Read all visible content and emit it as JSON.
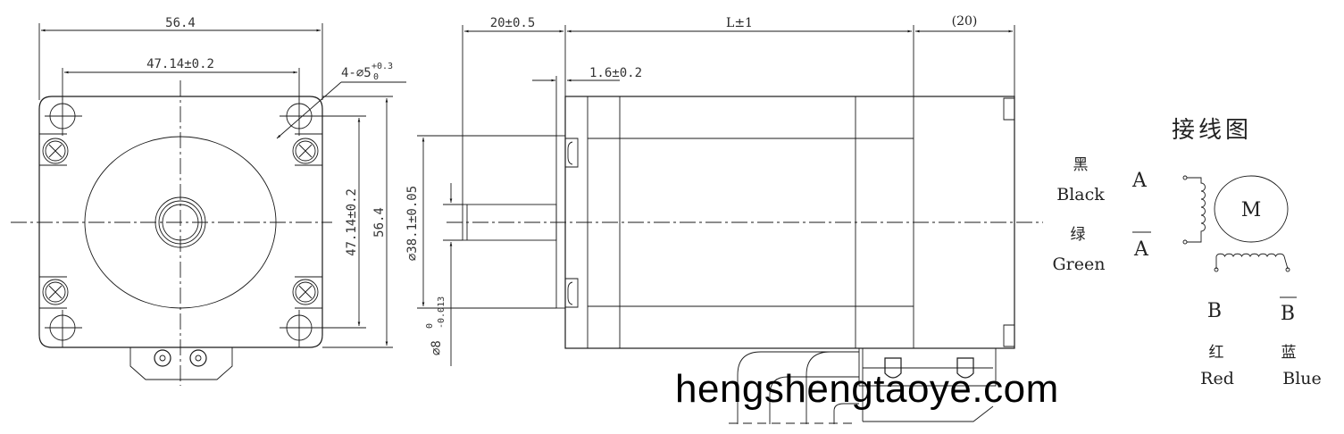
{
  "front_view": {
    "overall_width": "56.4",
    "hole_spacing_h": "47.14±0.2",
    "hole_callout": "4-⌀5",
    "hole_tol_upper": "+0.3",
    "hole_tol_lower": "0",
    "hole_spacing_v": "47.14±0.2",
    "overall_height": "56.4"
  },
  "side_view": {
    "shaft_length": "20±0.5",
    "body_length": "L±1",
    "rear_length": "(20)",
    "flange_thickness": "1.6±0.2",
    "pilot_diameter": "⌀38.1±0.05",
    "shaft_diameter": "⌀8",
    "shaft_tol_upper": "0",
    "shaft_tol_lower": "-0.013"
  },
  "wiring": {
    "title": "接线图",
    "motor_label": "M",
    "phase_a": "A",
    "phase_a_bar": "A",
    "phase_b": "B",
    "phase_b_bar": "B",
    "wires": [
      {
        "cn": "黑",
        "en": "Black",
        "phase": "A"
      },
      {
        "cn": "绿",
        "en": "Green",
        "phase": "A-bar"
      },
      {
        "cn": "红",
        "en": "Red",
        "phase": "B"
      },
      {
        "cn": "蓝",
        "en": "Blue",
        "phase": "B-bar"
      }
    ]
  },
  "watermark": "hengshengtaoye.com"
}
